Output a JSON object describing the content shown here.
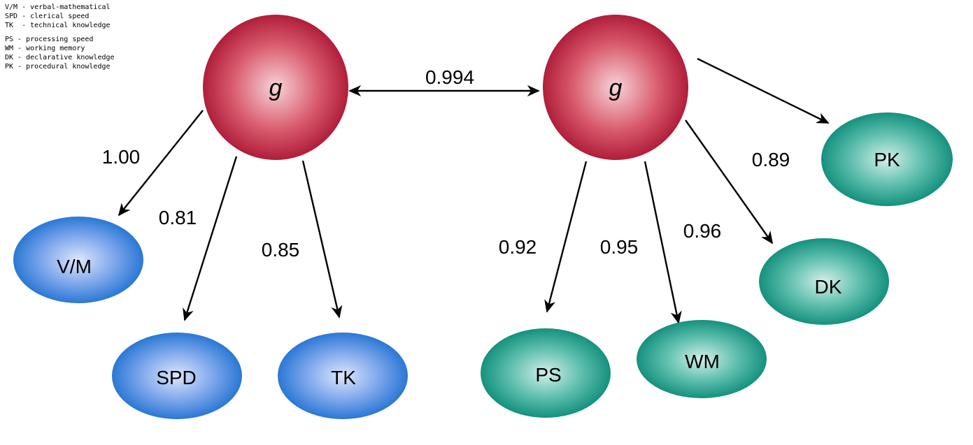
{
  "legend": {
    "group1": [
      "V/M - verbal-mathematical",
      "SPD - clerical speed",
      "TK  - technical knowledge"
    ],
    "group2": [
      "PS - processing speed",
      "WM - working memory",
      "DK - declarative knowledge",
      "PK - procedural knowledge"
    ]
  },
  "factors": {
    "left": {
      "label": "g"
    },
    "right": {
      "label": "g"
    }
  },
  "correlation": {
    "label": "0.994"
  },
  "left_indicators": [
    {
      "label": "V/M",
      "loading": "1.00"
    },
    {
      "label": "SPD",
      "loading": "0.81"
    },
    {
      "label": "TK",
      "loading": "0.85"
    }
  ],
  "right_indicators": [
    {
      "label": "PS",
      "loading": "0.92"
    },
    {
      "label": "WM",
      "loading": "0.95"
    },
    {
      "label": "DK",
      "loading": "0.96"
    },
    {
      "label": "PK",
      "loading": "0.89"
    }
  ],
  "colors": {
    "factor_center": "#f7d4d8",
    "factor_edge": "#b01e3a",
    "blue_center": "#dde6fb",
    "blue_edge": "#2a78d4",
    "teal_center": "#d3efe8",
    "teal_edge": "#15917e"
  }
}
